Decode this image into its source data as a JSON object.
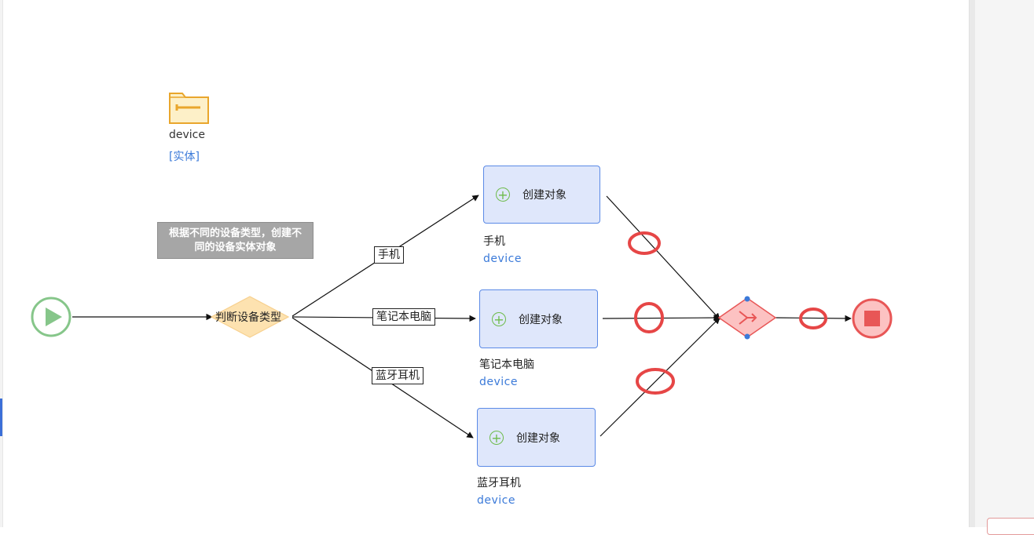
{
  "entity": {
    "name": "device",
    "type": "[实体]",
    "icon": "folder-icon"
  },
  "note": {
    "text": "根据不同的设备类型，创建不同的设备实体对象"
  },
  "gateway": {
    "label": "判断设备类型"
  },
  "edges": [
    {
      "label": "手机"
    },
    {
      "label": "笔记本电脑"
    },
    {
      "label": "蓝牙耳机"
    }
  ],
  "tasks": [
    {
      "label": "创建对象",
      "name": "手机",
      "entity": "device"
    },
    {
      "label": "创建对象",
      "name": "笔记本电脑",
      "entity": "device"
    },
    {
      "label": "创建对象",
      "name": "蓝牙耳机",
      "entity": "device"
    }
  ],
  "colors": {
    "start": "#86c68a",
    "end": "#e85656",
    "gateway": "#fde2b0",
    "task_fill": "#dfe7fb",
    "task_border": "#5b8ae6",
    "link": "#3b7ad9",
    "annotation": "#e64646"
  }
}
